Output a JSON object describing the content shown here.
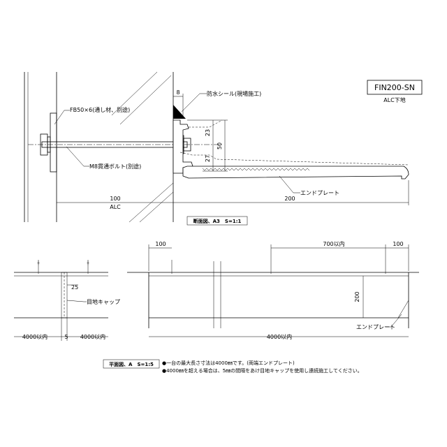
{
  "product": {
    "code": "FIN200-SN",
    "substrate": "ALC下地"
  },
  "section_view": {
    "caption": "断面図、A3　S=1:1",
    "labels": {
      "waterproof_seal": "防水シール(現場施工)",
      "flat_bar": "FB50×6(通し材、別途)",
      "bolt": "M8貫通ボルト(別途)",
      "end_plate": "エンドプレート",
      "alc": "ALC"
    },
    "dimensions": {
      "seal_width": "8",
      "upper_height": "23",
      "total_height": "50",
      "lower_height": "27",
      "alc_thickness": "100",
      "fin_depth": "200"
    }
  },
  "plan_view": {
    "caption": "平面図、A　S=1:5",
    "labels": {
      "joint_cap": "目地キャップ",
      "end_plate": "エンドプレート"
    },
    "dimensions": {
      "fin_width": "25",
      "gap": "5",
      "left_length": "4000以内",
      "right_length": "4000以内",
      "span_length": "4000以内",
      "depth": "200",
      "left_offset": "100",
      "spacing": "700以内",
      "right_offset": "100"
    },
    "notes": [
      "●一台の最大長さ寸法は4000㎜です。(両端エンドプレート)",
      "●4000㎜を超える場合は、5㎜の間隔をあけ目地キャップを使用し連続施工してください。"
    ]
  },
  "icons": [
    "bolt-head-icon",
    "nut-icon",
    "washer-icon",
    "leader-arrow-icon"
  ]
}
